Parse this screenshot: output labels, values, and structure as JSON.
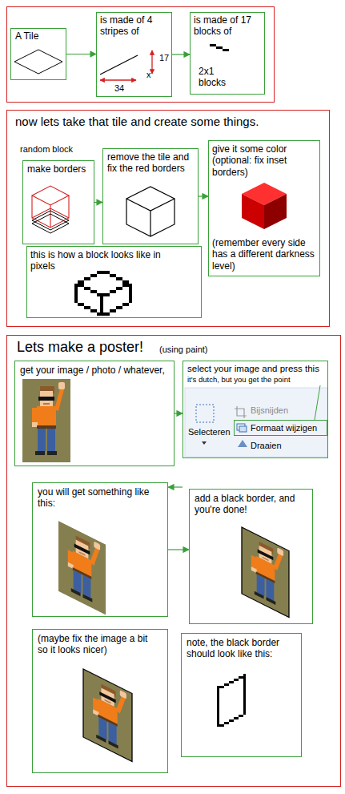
{
  "diagram": {
    "nodes": [
      {
        "text": [
          "A Tile"
        ]
      },
      {
        "text": [
          "is made of 4 stripes of",
          "17",
          "34",
          "x"
        ]
      },
      {
        "text": [
          "is made of 17 blocks of",
          "2x1 blocks"
        ]
      },
      {
        "text": [
          "now lets take that tile and create some things.",
          "random block"
        ]
      },
      {
        "text": [
          "make borders"
        ],
        "in": 3
      },
      {
        "text": [
          "remove the tile and fix the red borders"
        ],
        "in": 3
      },
      {
        "text": [
          "give it some color (optional: fix inset borders)",
          "(remember every side has a different darkness level)"
        ],
        "in": 3
      },
      {
        "text": [
          "this is how a block looks like in pixels"
        ],
        "in": 3
      },
      {
        "text": [
          "Lets make a poster!",
          "(using paint)"
        ]
      },
      {
        "text": [
          "get your image / photo / whatever,"
        ],
        "in": 8
      },
      {
        "text": [
          "select your image and press this",
          "it's dutch, but you get the point",
          "Bijsnijden",
          "Selecteren",
          "Formaat wijzigen",
          "Draaien"
        ],
        "in": 8
      },
      {
        "text": [
          "you will get something like this:"
        ],
        "in": 8
      },
      {
        "text": [
          "add a black border, and you're done!"
        ],
        "in": 8
      },
      {
        "text": [
          "(maybe fix the image a bit so it looks nicer)"
        ],
        "in": 8
      },
      {
        "text": [
          "note, the black border should look like this:"
        ],
        "in": 8
      }
    ],
    "edges": [
      {
        "from": 0,
        "to": 1,
        "arrow": "to"
      },
      {
        "from": 1,
        "to": 2,
        "arrow": "to"
      },
      {
        "from": 4,
        "to": 5,
        "arrow": "to"
      },
      {
        "from": 5,
        "to": 6,
        "arrow": "to"
      },
      {
        "from": 9,
        "to": 10,
        "arrow": "to"
      },
      {
        "from": 10,
        "to": 11,
        "arrow": "to"
      },
      {
        "from": 11,
        "to": 12,
        "arrow": "to"
      }
    ]
  }
}
